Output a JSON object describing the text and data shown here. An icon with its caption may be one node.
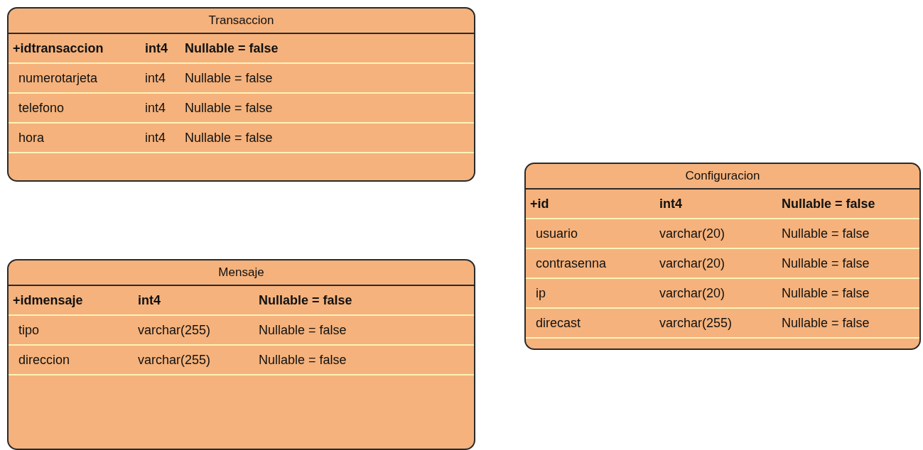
{
  "diagram": {
    "nodes": [
      {
        "text": [
          "Transaccion",
          "+idtransaccion",
          "int4",
          "Nullable = false",
          "numerotarjeta",
          "int4",
          "Nullable = false",
          "telefono",
          "int4",
          "Nullable = false",
          "hora",
          "int4",
          "Nullable = false"
        ]
      },
      {
        "text": [
          "Mensaje",
          "+idmensaje",
          "int4",
          "Nullable = false",
          "tipo",
          "varchar(255)",
          "Nullable = false",
          "direccion",
          "varchar(255)",
          "Nullable = false"
        ]
      },
      {
        "text": [
          "Configuracion",
          "+id",
          "int4",
          "Nullable = false",
          "usuario",
          "varchar(20)",
          "Nullable = false",
          "contrasenna",
          "varchar(20)",
          "Nullable = false",
          "ip",
          "varchar(20)",
          "Nullable = false",
          "direcast",
          "varchar(255)",
          "Nullable = false"
        ]
      }
    ]
  }
}
